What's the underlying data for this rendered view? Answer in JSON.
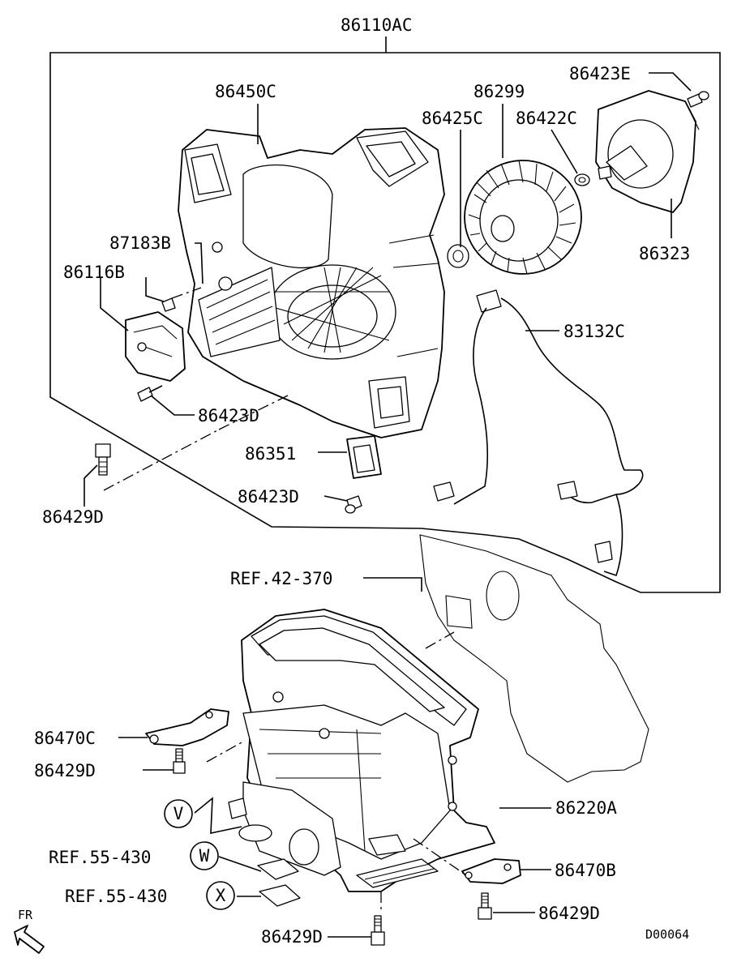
{
  "diagram": {
    "diagram_code": "D00064",
    "orientation_label": "FR",
    "callouts": [
      {
        "id": "86110AC",
        "text": "86110AC"
      },
      {
        "id": "86450C",
        "text": "86450C"
      },
      {
        "id": "86299",
        "text": "86299"
      },
      {
        "id": "86423E",
        "text": "86423E"
      },
      {
        "id": "86425C",
        "text": "86425C"
      },
      {
        "id": "86422C",
        "text": "86422C"
      },
      {
        "id": "87183B",
        "text": "87183B"
      },
      {
        "id": "86116B",
        "text": "86116B"
      },
      {
        "id": "86323",
        "text": "86323"
      },
      {
        "id": "83132C",
        "text": "83132C"
      },
      {
        "id": "86423D_a",
        "text": "86423D"
      },
      {
        "id": "86351",
        "text": "86351"
      },
      {
        "id": "86423D_b",
        "text": "86423D"
      },
      {
        "id": "86429D_a",
        "text": "86429D"
      },
      {
        "id": "ref_42_370",
        "text": "REF.42-370"
      },
      {
        "id": "86470C",
        "text": "86470C"
      },
      {
        "id": "86429D_b",
        "text": "86429D"
      },
      {
        "id": "86220A",
        "text": "86220A"
      },
      {
        "id": "ref_55_430_w",
        "text": "REF.55-430"
      },
      {
        "id": "ref_55_430_x",
        "text": "REF.55-430"
      },
      {
        "id": "86470B",
        "text": "86470B"
      },
      {
        "id": "86429D_c",
        "text": "86429D"
      },
      {
        "id": "86429D_d",
        "text": "86429D"
      }
    ],
    "circle_markers": [
      "V",
      "W",
      "X"
    ]
  }
}
